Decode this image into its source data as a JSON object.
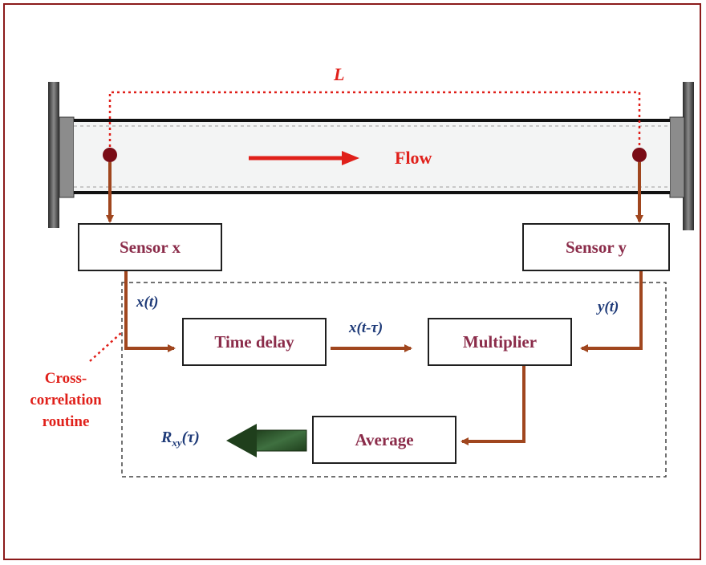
{
  "diagram": {
    "length_label": "L",
    "flow_label": "Flow",
    "sensor_x": "Sensor x",
    "sensor_y": "Sensor y",
    "signal_x": "x(t)",
    "signal_y": "y(t)",
    "signal_delayed": "x(t-τ)",
    "time_delay": "Time delay",
    "multiplier": "Multiplier",
    "average": "Average",
    "output_main": "R",
    "output_sub": "xy",
    "output_arg": "(τ)",
    "routine_label_lines": [
      "Cross-",
      "correlation",
      "routine"
    ]
  },
  "colors": {
    "frame": "#8b1a1a",
    "arrow": "#a0461e",
    "flow": "#e0201a",
    "sensor_dot": "#7a0c16",
    "box_text": "#8b2c4a",
    "signal_text": "#1e3a78",
    "output_arrow": "#2f5a2a"
  }
}
